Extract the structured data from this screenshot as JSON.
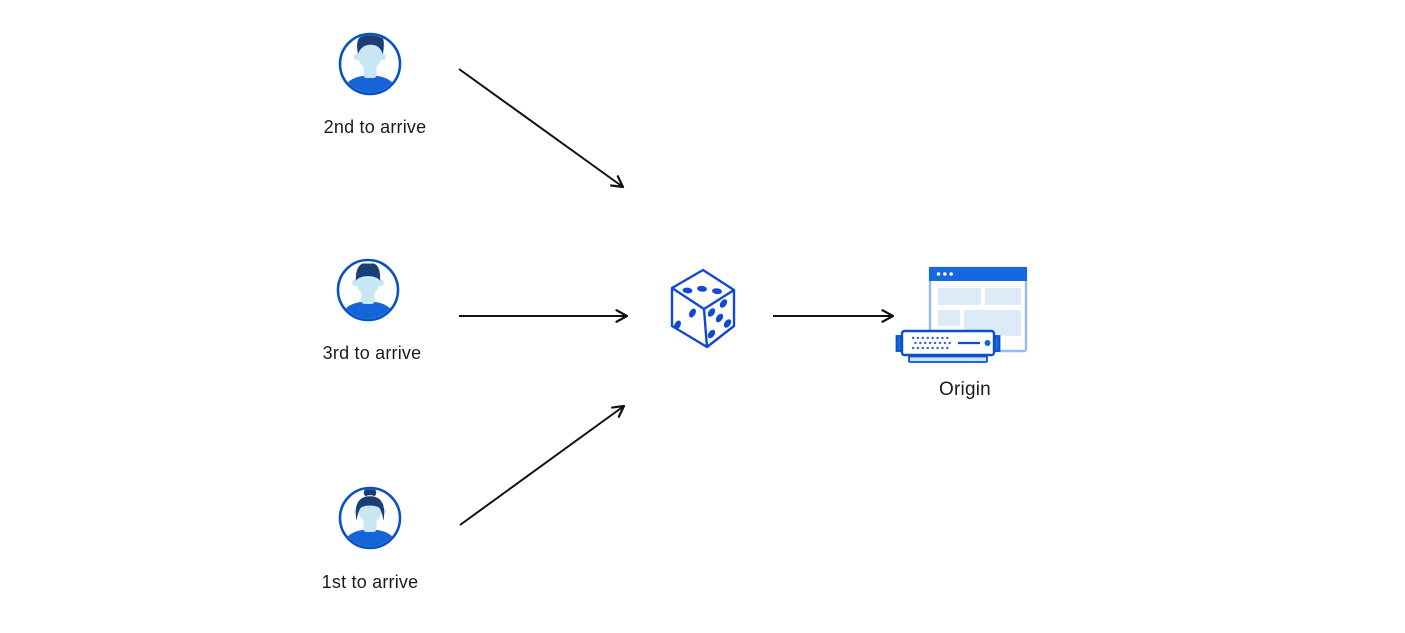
{
  "diagram": {
    "title": "random-request-selection-to-origin",
    "users": [
      {
        "label": "2nd to arrive",
        "icon": "user-avatar-male-swept-hair",
        "position": "top"
      },
      {
        "label": "3rd to arrive",
        "icon": "user-avatar-male-short-hair",
        "position": "middle"
      },
      {
        "label": "1st to arrive",
        "icon": "user-avatar-female-bun",
        "position": "bottom"
      }
    ],
    "randomizer": {
      "icon": "dice-icon"
    },
    "origin": {
      "label": "Origin",
      "icon": "origin-server-icon"
    },
    "arrows": [
      {
        "from": "2nd to arrive",
        "to": "dice"
      },
      {
        "from": "3rd to arrive",
        "to": "dice"
      },
      {
        "from": "1st to arrive",
        "to": "dice"
      },
      {
        "from": "dice",
        "to": "Origin"
      }
    ],
    "colors": {
      "background": "#ffffff",
      "stroke_blue": "#0b51c6",
      "dice_blue": "#1149d2",
      "hair_navy": "#1c3e77",
      "shirt_blue": "#1565d9",
      "face_light_blue": "#c8e6f4",
      "titlebar_blue": "#1568e0",
      "window_border": "#93bcec",
      "block_light_blue": "#ddeaf7",
      "server_base": "#cfe3f5",
      "arrow_black": "#111111",
      "text": "#1b1b1b"
    }
  }
}
